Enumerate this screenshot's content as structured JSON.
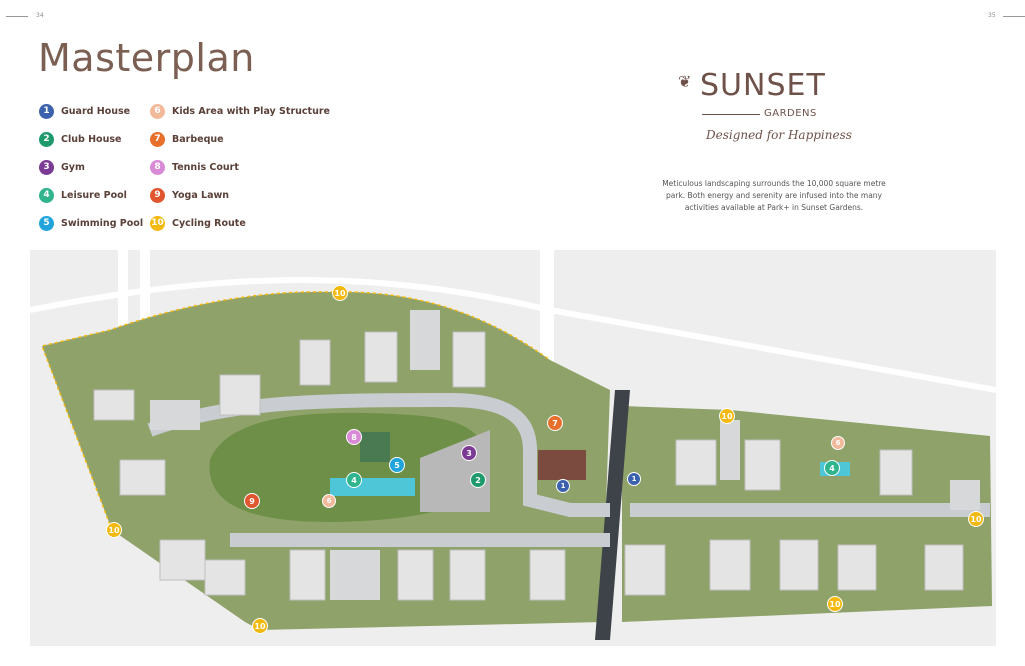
{
  "page": {
    "left_number": "34",
    "right_number": "35",
    "title": "Masterplan"
  },
  "legend": [
    {
      "num": "1",
      "label": "Guard House",
      "color": "#3c62ad"
    },
    {
      "num": "2",
      "label": "Club House",
      "color": "#1f9a6d"
    },
    {
      "num": "3",
      "label": "Gym",
      "color": "#7b3a93"
    },
    {
      "num": "4",
      "label": "Leisure Pool",
      "color": "#2fb48e"
    },
    {
      "num": "5",
      "label": "Swimming Pool",
      "color": "#21a3dc"
    },
    {
      "num": "6",
      "label": "Kids Area with Play Structure",
      "color": "#f2b99a"
    },
    {
      "num": "7",
      "label": "Barbeque",
      "color": "#e8702c"
    },
    {
      "num": "8",
      "label": "Tennis Court",
      "color": "#d88ad6"
    },
    {
      "num": "9",
      "label": "Yoga Lawn",
      "color": "#e0562f"
    },
    {
      "num": "10",
      "label": "Cycling Route",
      "color": "#f3b90e"
    }
  ],
  "logo": {
    "word": "SUNSET",
    "sub": "GARDENS",
    "tagline": "Designed for Happiness"
  },
  "description": "Meticulous landscaping surrounds the 10,000 square metre park. Both energy and serenity are infused into the many activities available at Park+ in Sunset Gardens.",
  "map_markers": [
    {
      "num": "10",
      "color": "#f3b90e"
    },
    {
      "num": "10",
      "color": "#f3b90e"
    },
    {
      "num": "10",
      "color": "#f3b90e"
    },
    {
      "num": "10",
      "color": "#f3b90e"
    },
    {
      "num": "10",
      "color": "#f3b90e"
    },
    {
      "num": "10",
      "color": "#f3b90e"
    },
    {
      "num": "7",
      "color": "#e8702c"
    },
    {
      "num": "8",
      "color": "#d88ad6"
    },
    {
      "num": "5",
      "color": "#21a3dc"
    },
    {
      "num": "3",
      "color": "#7b3a93"
    },
    {
      "num": "2",
      "color": "#1f9a6d"
    },
    {
      "num": "4",
      "color": "#2fb48e"
    },
    {
      "num": "6",
      "color": "#f2b99a"
    },
    {
      "num": "9",
      "color": "#e0562f"
    },
    {
      "num": "1",
      "color": "#3c62ad"
    },
    {
      "num": "1",
      "color": "#3c62ad"
    },
    {
      "num": "6",
      "color": "#f2b99a"
    },
    {
      "num": "4",
      "color": "#2fb48e"
    }
  ]
}
